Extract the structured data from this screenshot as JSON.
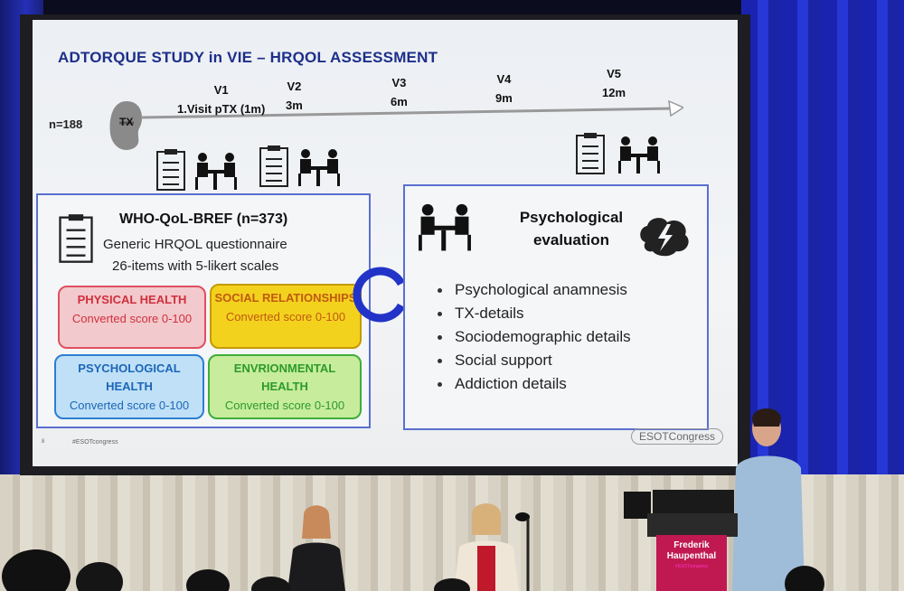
{
  "slide": {
    "title": "ADTORQUE STUDY in VIE – HRQOL ASSESSMENT",
    "n": "n=188",
    "tx": "TX",
    "visits": [
      {
        "name": "V1",
        "time": "1.Visit pTX (1m)"
      },
      {
        "name": "V2",
        "time": "3m"
      },
      {
        "name": "V3",
        "time": "6m"
      },
      {
        "name": "V4",
        "time": "9m"
      },
      {
        "name": "V5",
        "time": "12m"
      }
    ],
    "who": {
      "title": "WHO-QoL-BREF (n=373)",
      "subtitle": "Generic HRQOL questionnaire",
      "items": "26-items with 5-likert scales",
      "domains": [
        {
          "name": "PHYSICAL HEALTH",
          "score": "Converted score 0-100",
          "color": "#e05060",
          "fill": "#f2c9cc"
        },
        {
          "name": "SOCIAL RELATIONSHIPS",
          "score": "Converted score 0-100",
          "color": "#c49a00",
          "fill": "#f3d21e"
        },
        {
          "name": "PSYCHOLOGICAL HEALTH",
          "score": "Converted score 0-100",
          "color": "#2c7fd0",
          "fill": "#bfe0f6"
        },
        {
          "name": "ENVRIONMENTAL HEALTH",
          "score": "Converted score 0-100",
          "color": "#3fae3a",
          "fill": "#c6ec9c"
        }
      ]
    },
    "psych": {
      "title": "Psychological evaluation",
      "bullets": [
        "Psychological anamnesis",
        "TX-details",
        "Sociodemographic details",
        "Social support",
        "Addiction details"
      ]
    },
    "footer": {
      "page": "8",
      "hashtag": "#ESOTcongress",
      "logo": "ESOTCongress"
    }
  },
  "podium": {
    "name": "Frederik Haupenthal",
    "tag": "#ESOTcongress"
  },
  "colors": {
    "title_blue": "#1d2f8a",
    "box_border": "#5a6fd0",
    "podium": "#c01850",
    "curtain_blue": "#2637d6"
  }
}
